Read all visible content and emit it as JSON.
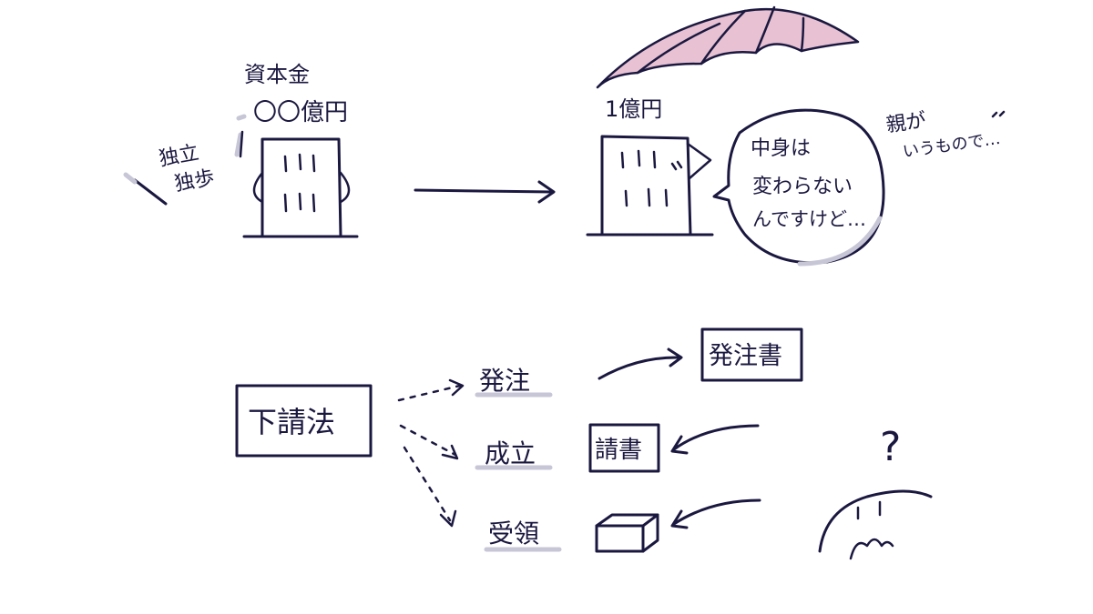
{
  "before": {
    "capital_label": "資本金",
    "capital_amount": "〇〇億円",
    "independence_note": [
      "独立",
      "独歩"
    ]
  },
  "after": {
    "capital_amount": "1億円",
    "speech": [
      "中身は",
      "変わらない",
      "んですけど…"
    ],
    "parent_note": [
      "親が",
      "いうもので…"
    ]
  },
  "law": {
    "name": "下請法",
    "stages": [
      {
        "label": "発注",
        "document": "発注書"
      },
      {
        "label": "成立",
        "document": "請書"
      },
      {
        "label": "受領",
        "document": ""
      }
    ],
    "question_mark": "?"
  },
  "colors": {
    "ink": "#1b1840",
    "umbrella": "#e8c2d2",
    "highlight": "#c7c6d6"
  },
  "icons": [
    "building-icon",
    "umbrella-icon",
    "speech-bubble-icon",
    "package-icon",
    "confused-face-icon"
  ]
}
